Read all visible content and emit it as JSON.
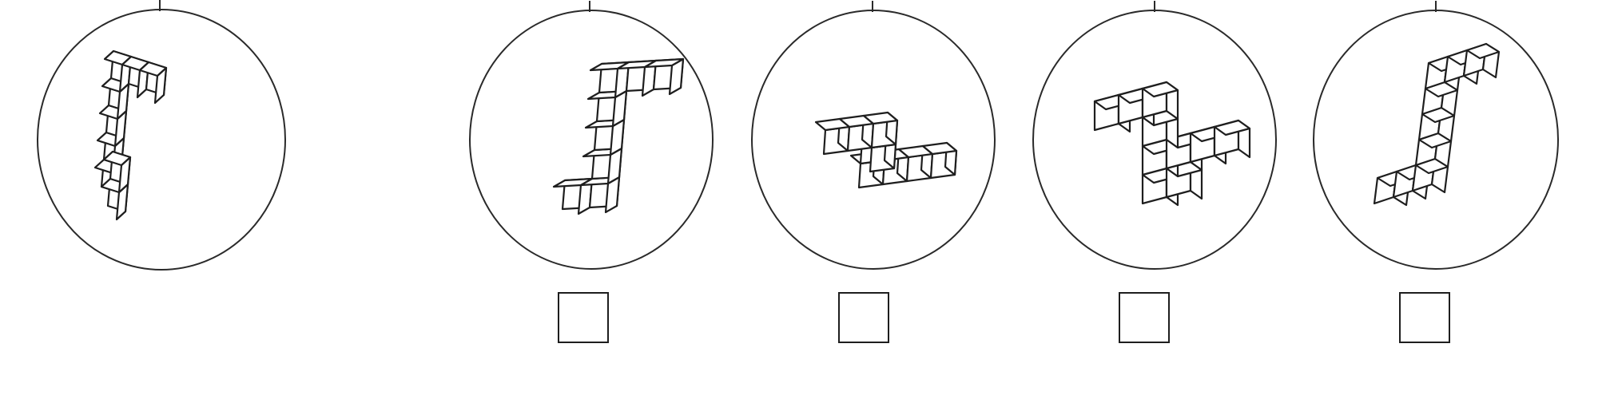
{
  "figures": [
    {
      "role": "reference",
      "icon": "cube-figure-icon",
      "shape": "stairstep-block-structure"
    },
    {
      "role": "option",
      "icon": "cube-figure-icon",
      "shape": "rotated-block-structure"
    },
    {
      "role": "option",
      "icon": "cube-figure-icon",
      "shape": "rotated-block-structure"
    },
    {
      "role": "option",
      "icon": "cube-figure-icon",
      "shape": "rotated-block-structure"
    },
    {
      "role": "option",
      "icon": "cube-figure-icon",
      "shape": "rotated-block-structure"
    }
  ],
  "answer_boxes": [
    {
      "checked": false
    },
    {
      "checked": false
    },
    {
      "checked": false
    },
    {
      "checked": false
    }
  ],
  "colors": {
    "ink": "#1e1e1e",
    "paper": "#ffffff"
  }
}
